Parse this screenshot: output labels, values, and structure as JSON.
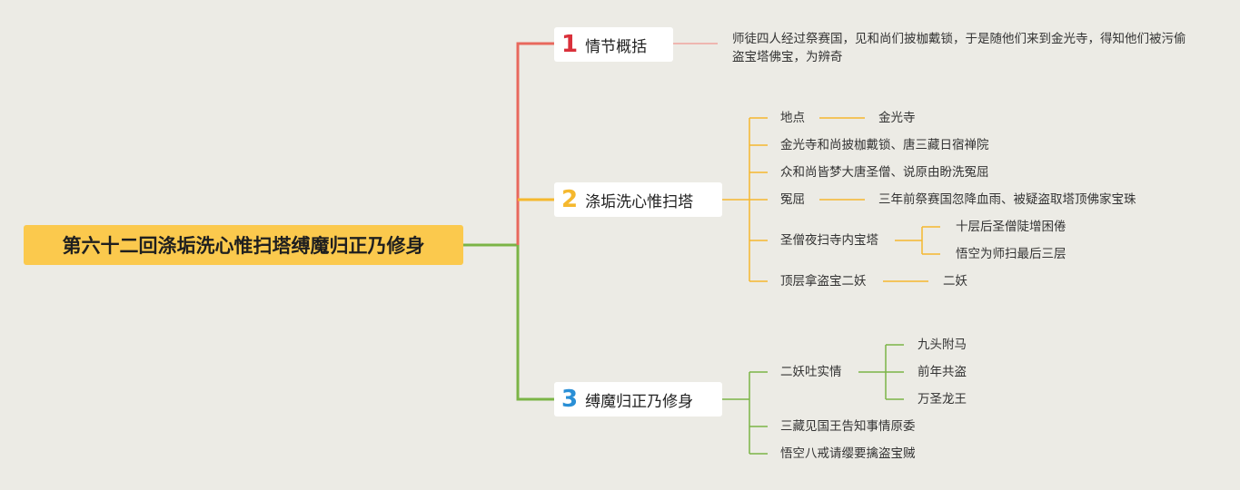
{
  "root": {
    "title": "第六十二回涤垢洗心惟扫塔缚魔归正乃修身"
  },
  "branches": [
    {
      "num": "1",
      "label": "情节概括",
      "color": "#e8685d",
      "description": "师徒四人经过祭赛国，见和尚们披枷戴锁，于是随他们来到金光寺，得知他们被污偷盗宝塔佛宝，为辨奇"
    },
    {
      "num": "2",
      "label": "涤垢洗心惟扫塔",
      "color": "#f5b82e",
      "items": [
        {
          "label": "地点",
          "children": [
            "金光寺"
          ]
        },
        {
          "label": "金光寺和尚披枷戴锁、唐三藏日宿禅院"
        },
        {
          "label": "众和尚皆梦大唐圣僧、说原由盼洗冤屈"
        },
        {
          "label": "冤屈",
          "children": [
            "三年前祭赛国忽降血雨、被疑盗取塔顶佛家宝珠"
          ]
        },
        {
          "label": "圣僧夜扫寺内宝塔",
          "children": [
            "十层后圣僧陡增困倦",
            "悟空为师扫最后三层"
          ]
        },
        {
          "label": "顶层拿盗宝二妖",
          "children": [
            "二妖"
          ]
        }
      ]
    },
    {
      "num": "3",
      "label": "缚魔归正乃修身",
      "color": "#7bb446",
      "numColor": "#2a8fd6",
      "items": [
        {
          "label": "二妖吐实情",
          "children": [
            "九头附马",
            "前年共盗",
            "万圣龙王"
          ]
        },
        {
          "label": "三藏见国王告知事情原委"
        },
        {
          "label": "悟空八戒请缨要擒盗宝贼"
        }
      ]
    }
  ]
}
